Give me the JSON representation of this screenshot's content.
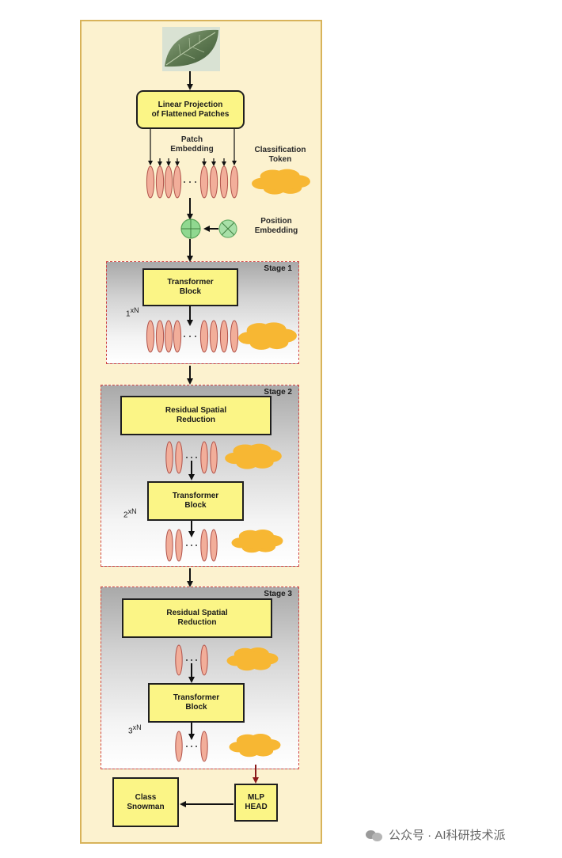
{
  "diagram": {
    "linear_projection": [
      "Linear Projection",
      "of Flattened Patches"
    ],
    "patch_embedding": [
      "Patch",
      "Embedding"
    ],
    "classification_token": [
      "Classification",
      "Token"
    ],
    "position_embedding": [
      "Position",
      "Embedding"
    ],
    "stages": [
      {
        "label": "Stage 1",
        "repeat_base": "1",
        "repeat_sup": "xN",
        "transformer_block": [
          "Transformer",
          "Block"
        ]
      },
      {
        "label": "Stage 2",
        "repeat_base": "2",
        "repeat_sup": "xN",
        "residual_spatial_reduction": [
          "Residual Spatial",
          "Reduction"
        ],
        "transformer_block": [
          "Transformer",
          "Block"
        ]
      },
      {
        "label": "Stage 3",
        "repeat_base": "3",
        "repeat_sup": "xN",
        "residual_spatial_reduction": [
          "Residual Spatial",
          "Reduction"
        ],
        "transformer_block": [
          "Transformer",
          "Block"
        ]
      }
    ],
    "mlp_head": [
      "MLP",
      "HEAD"
    ],
    "class_output": [
      "Class",
      "Snowman"
    ]
  },
  "colors": {
    "panel_bg": "#fcf2cf",
    "panel_border": "#d8b35a",
    "box_fill": "#fbf586",
    "token_fill": "#f2ae9a",
    "cls_token_fill": "#f7b733",
    "position_fill": "#90d890",
    "stage_border": "#d04545"
  },
  "icons": {
    "input_image": "leaf-image",
    "add": "add-circle-icon",
    "multiply": "multiply-circle-icon"
  },
  "watermark": "公众号 · AI科研技术派"
}
